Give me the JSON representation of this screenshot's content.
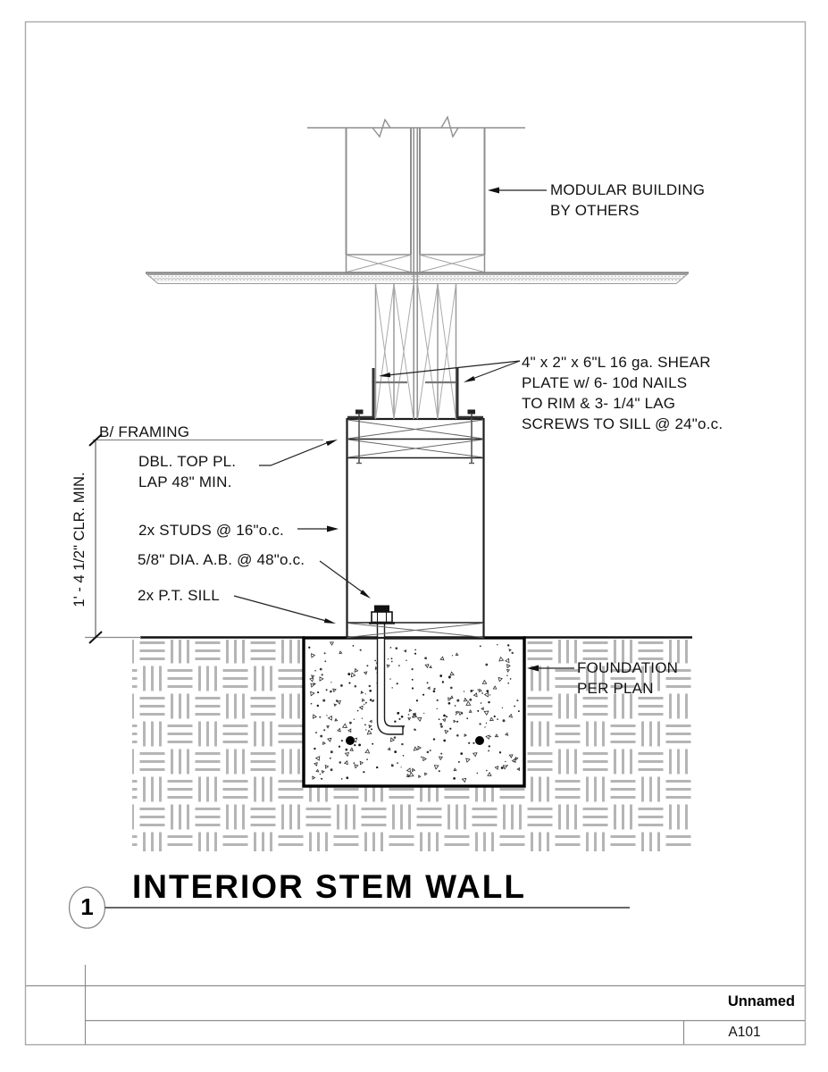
{
  "title_block": {
    "sheet_name": "Unnamed",
    "sheet_number": "A101"
  },
  "view_title": {
    "detail_number": "1",
    "label": "INTERIOR STEM WALL"
  },
  "notes": {
    "modular_building": "MODULAR BUILDING\nBY OTHERS",
    "shear_plate": "4\" x 2\" x 6\"L 16 ga. SHEAR\nPLATE w/ 6- 10d NAILS\nTO RIM & 3- 1/4\" LAG\nSCREWS TO SILL @ 24\"o.c.",
    "b_framing": "B/ FRAMING",
    "dbl_top_plate": "DBL. TOP PL.\nLAP 48\" MIN.",
    "studs": "2x STUDS @ 16\"o.c.",
    "anchor_bolt": "5/8\" DIA. A.B. @ 48\"o.c.",
    "pt_sill": "2x P.T. SILL",
    "foundation": "FOUNDATION\nPER PLAN",
    "clearance_dim": "1' - 4 1/2\" CLR. MIN."
  },
  "colors": {
    "annotation_line": "#1a1a1a",
    "model_gray": "#8f8f8f",
    "earth_hatch_gray": "#b5b5b5",
    "page_border_gray": "#a8a8a8",
    "foundation_outline": "#000000"
  }
}
